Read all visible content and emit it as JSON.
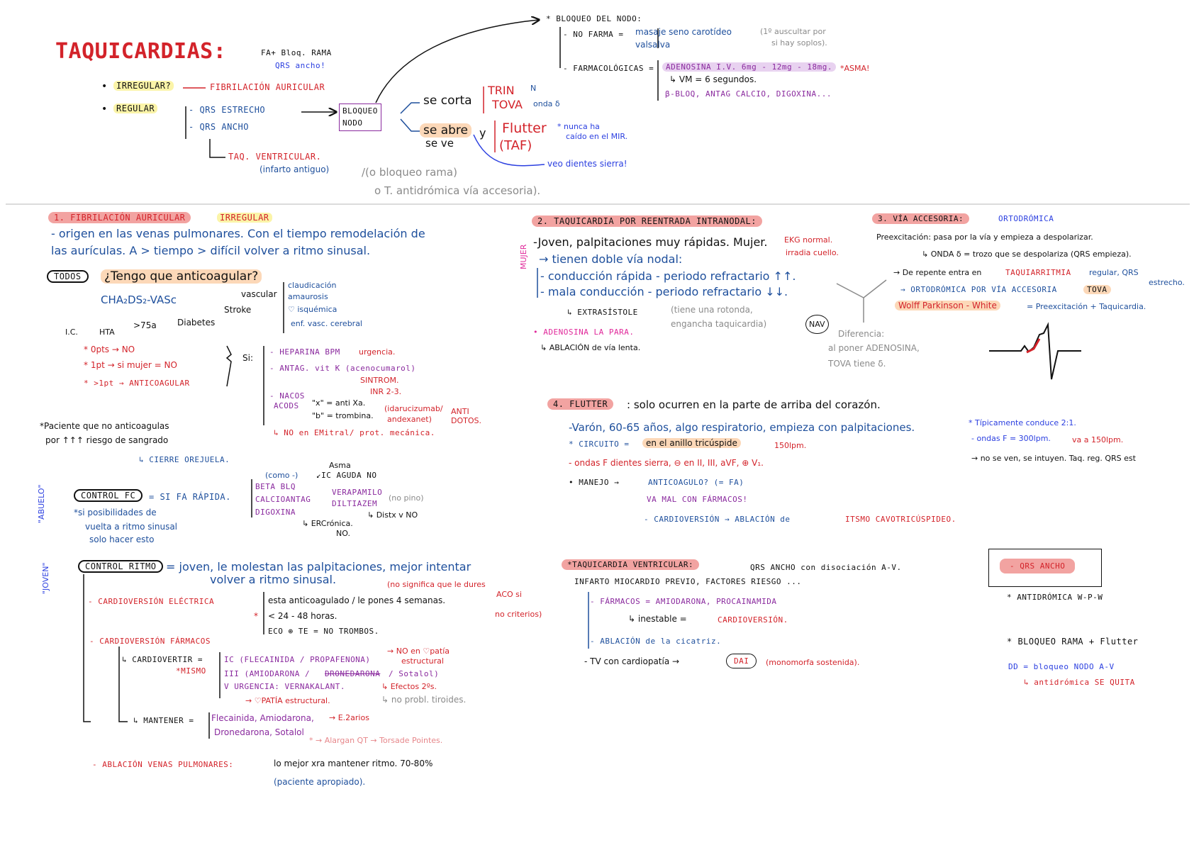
{
  "colors": {
    "red": "#d3232a",
    "blue": "#1e4f9c",
    "purple": "#8a2a9e",
    "black": "#111111",
    "gray": "#8a8a8a",
    "highlight_red": "#f2a3a1",
    "highlight_yellow": "#fbf4a8"
  },
  "top": {
    "title": "TAQUICARDIAS:",
    "fa_note": "FA+ Bloq. RAMA",
    "qrs_ancho_note": "QRS ancho!",
    "irregular": "IRREGULAR?",
    "fibrilacion": "FIBRILACIÓN AURICULAR",
    "regular": "REGULAR",
    "qrs_estrecho": "- QRS ESTRECHO",
    "qrs_ancho": "- QRS ANCHO",
    "bloqueo_nodo": [
      "BLOQUEO",
      "NODO"
    ],
    "se_corta": "se corta",
    "trin": "TRIN",
    "trin_n": "N",
    "tova": "TOVA",
    "onda_delta": "onda δ",
    "se_abre": "se abre",
    "se_ve": "se ve",
    "y": "y",
    "flutter": "Flutter",
    "taf": "(TAF)",
    "nunca": "* nunca ha",
    "caido": "caído en el MIR.",
    "veo_dientes": "veo dientes sierra!",
    "tag_ventricular": "TAQ. VENTRICULAR.",
    "infarto": "(infarto antiguo)",
    "bloqueo_rama": "/(o bloqueo rama)",
    "antidromica": "o T. antidrómica vía accesoria).",
    "bloqueo_del_nodo": "* BLOQUEO DEL NODO:",
    "no_farma": "- NO FARMA =",
    "masaje": "masaje seno carotídeo",
    "valsalva": "valsalva",
    "auscultar": "(1º auscultar por",
    "soplos": "si hay soplos).",
    "farmacologicas": "- FARMACOLÓGICAS =",
    "adenosina_dosis": "ADENOSINA I.V. 6mg - 12mg - 18mg.",
    "asma": "*ASMA!",
    "vm": "↳ VM = 6 segundos.",
    "bbloq": "β-BLOQ, ANTAG CALCIO, DIGOXINA..."
  },
  "fa": {
    "title": "1. FIBRILACIÓN AURICULAR",
    "irregular": "IRREGULAR",
    "line1": "- origen en las venas pulmonares. Con el tiempo remodelación de",
    "line2": "las aurículas. A > tiempo > difícil volver a ritmo sinusal.",
    "todos": "TODOS",
    "anticoagular_q": "¿Tengo que anticoagular?",
    "cha2ds2": "CHA₂DS₂-VASc",
    "vascular": "vascular",
    "stroke": "Stroke",
    "ic": "I.C.",
    "hta": "HTA",
    "mayor75": ">75a",
    "diabetes": "Diabetes",
    "clinica": [
      "claudicación",
      "amaurosis",
      "♡ isquémica",
      "enf. vasc. cerebral"
    ],
    "opts0": "* 0pts → NO",
    "opts1": "* 1pt → si mujer = NO",
    "opts2": "* >1pt → ANTICOAGULAR",
    "si": "Si:",
    "heparina": "- HEPARINA BPM",
    "urgencia": "urgencia.",
    "antag_vitk": "- ANTAG. vit K (acenocumarol)",
    "sintrom": "SINTROM.",
    "inr": "INR 2-3.",
    "nacos": "- NACOS",
    "acods": "ACODS",
    "anti_xa": "\"x\" = anti Xa.",
    "trombina": "\"b\" = trombina.",
    "idarucizumab": "(idarucizumab/",
    "andexanet": "andexanet)",
    "anti_dotos": "ANTI DOTOS.",
    "no_emitral": "↳ NO en EMitral/ prot. mecánica.",
    "paciente": "*Paciente que no anticoagulas",
    "riesgo": "por ↑↑↑ riesgo de sangrado",
    "cierre": "↳ CIERRE OREJUELA.",
    "abuelo": "\"ABUELO\"",
    "control_fc": "CONTROL FC",
    "si_fa_rapida": "= SI FA RÁPIDA.",
    "si_posibilidades": "*si posibilidades de",
    "vuelta_ritmo": "vuelta a ritmo sinusal",
    "solo_hacer": "solo hacer esto",
    "beta_blq": "BETA BLQ",
    "calcioantag": "CALCIOANTAG",
    "digoxina": "DIGOXINA",
    "asma": "Asma",
    "como": "(como -)",
    "ic_aguda": "↙IC AGUDA NO",
    "verapamilo": "VERAPAMILO",
    "diltiazem": "DILTIAZEM",
    "no_pino": "(no pino)",
    "distx": "↳ Distx v NO",
    "ercronica": "↳ ERCrónica.",
    "no_erc": "NO.",
    "joven": "\"JOVEN\"",
    "control_ritmo": "CONTROL RITMO",
    "joven_text1": "= joven, le molestan las palpitaciones, mejor intentar",
    "joven_text2": "volver a ritmo sinusal.",
    "cardioversion_electrica": "- CARDIOVERSIÓN ELÉCTRICA",
    "esta_anticoagulado": "esta anticoagulado / le pones 4 semanas.",
    "no_significa": "(no significa que le dures",
    "aco_si": "ACO si",
    "no_criterios": "no criterios)",
    "menor48": "< 24 - 48 horas.",
    "eco_te": "ECO ⊕ TE = NO TROMBOS.",
    "cardioversion_farmacos": "- CARDIOVERSIÓN FÁRMACOS",
    "cardiovertir": "↳ CARDIOVERTIR =",
    "mismo": "*MISMO",
    "ic_flecainida": "IC (FLECAINIDA / PROPAFENONA)",
    "no_cardiopatia": "→ NO en ♡patía",
    "estructural": "estructural",
    "iii_amiodarona": "III (AMIODARONA /",
    "dronedarona": "DRONEDARONA",
    "sotalol_strike": "/ Sotalol)",
    "v_urgencia": "V URGENCIA: VERNAKALANT.",
    "efectos": "↳ Efectos 2ºs.",
    "no_probl": "↳ no probl. tiroides.",
    "patia": "→ ♡PATÍA estructural.",
    "mantener": "↳ MANTENER =",
    "flecainida_list": "Flecainida, Amiodarona,",
    "e2": "→ E.2arios",
    "dronedarona_sotalol": "Dronedarona, Sotalol",
    "alargan_qt": "* → Alargan QT → Torsade Pointes.",
    "ablacion": "- ABLACIÓN VENAS PULMONARES:",
    "lo_mejor": "lo mejor xra mantener ritmo. 70-80%",
    "paciente_apropiado": "(paciente apropiado)."
  },
  "reentrada": {
    "title": "2. TAQUICARDIA POR REENTRADA INTRANODAL:",
    "mujer_side": "MUJER",
    "line1": "-Joven, palpitaciones muy rápidas. Mujer.",
    "ekg": "EKG normal.",
    "irradia": "irradia cuello.",
    "tienen": "→ tienen doble vía nodal:",
    "rapida": "- conducción rápida - periodo refractario ↑↑.",
    "mala": "- mala conducción - periodo refractario ↓↓.",
    "extrasistole": "↳ EXTRASÍSTOLE",
    "rotonda": "(tiene una rotonda,",
    "engancha": "engancha taquicardia)",
    "nav": "NAV",
    "adenosina_para": "• ADENOSINA LA PARA.",
    "ablacion_lenta": "↳ ABLACIÓN de vía lenta.",
    "diferencia1": "Diferencia:",
    "diferencia2": "al poner ADENOSINA,",
    "diferencia3": "TOVA tiene δ."
  },
  "accesoria": {
    "title": "3. VÍA ACCESORIA:",
    "ortodromica": "ORTODRÓMICA",
    "preexcitacion": "Preexcitación: pasa por la vía y empieza a despolarizar.",
    "onda_delta": "↳ ONDA δ = trozo que se despolariza (QRS empieza).",
    "de_repente": "→ De repente entra en",
    "taquiarritmia": "TAQUIARRITMIA",
    "regular_qrs": "regular, QRS",
    "estrecho": "estrecho.",
    "ortodromica_line": "→ ORTODRÓMICA POR VÍA ACCESORIA",
    "tova": "TOVA",
    "wpw": "Wolff Parkinson - White",
    "wpw_eq": "= Preexcitación + Taquicardia."
  },
  "flutter": {
    "title": "4. FLUTTER",
    "solo": ": solo ocurren en la parte de arriba del corazón.",
    "varon": "-Varón, 60-65 años, algo respiratorio, empieza con palpitaciones.",
    "circuito": "* CIRCUITO =",
    "anillo": "en el anillo tricúspide",
    "lpm": "150lpm.",
    "ondas": "- ondas F dientes sierra, ⊖ en II, III, aVF, ⊕ V₁.",
    "manejo": "• MANEJO →",
    "anticoagulo": "ANTICOAGULO? (= FA)",
    "va_mal": "VA MAL CON FÁRMACOS!",
    "cardioversion": "- CARDIOVERSIÓN → ABLACIÓN de",
    "istmo": "ITSMO CAVOTRICÚSPIDEO.",
    "tipicamente": "* Típicamente conduce 2:1.",
    "ondas_f": "- ondas F = 300lpm.",
    "va_a": "va a 150lpm.",
    "no_se_ven": "→ no se ven, se intuyen. Taq. reg. QRS est"
  },
  "ventricular": {
    "title": "*TAQUICARDIA VENTRICULAR:",
    "qrs_ancho": "QRS ANCHO con disociación A-V.",
    "infarto": "INFARTO MIOCARDIO PREVIO, FACTORES RIESGO ...",
    "farmacos": "- FÁRMACOS = AMIODARONA, PROCAINAMIDA",
    "inestable": "↳ inestable =",
    "cardioversion": "CARDIOVERSIÓN.",
    "ablacion": "- ABLACIÓN de la cicatriz.",
    "tv": "- TV con cardiopatía →",
    "dai": "DAI",
    "monoterapia": "(monomorfa sostenida)."
  },
  "qrs_box": {
    "label": "- QRS ANCHO",
    "antidromica": "* ANTIDRÓMICA W-P-W",
    "bloqueo_rama": "* BLOQUEO RAMA + Flutter",
    "dd": "DD = bloqueo NODO A-V",
    "se_quita": "↳ antidrómica SE QUITA"
  }
}
